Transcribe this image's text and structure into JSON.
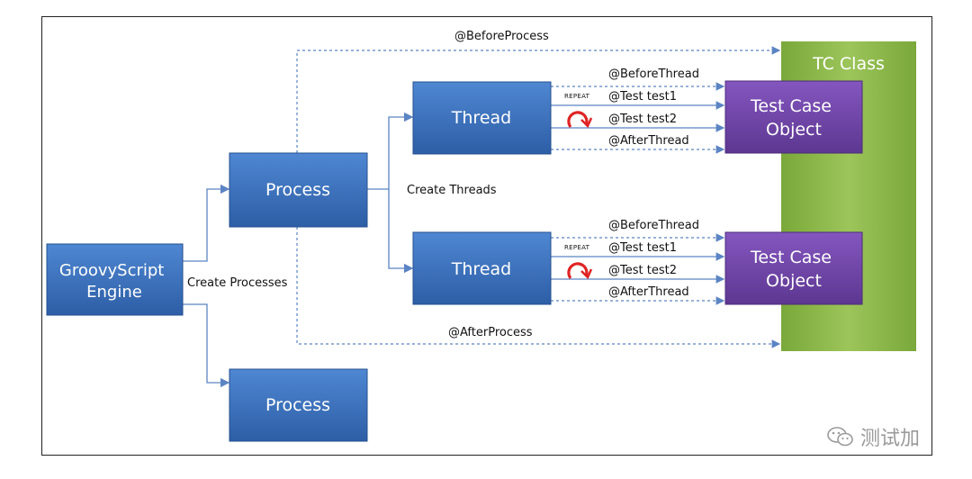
{
  "diagram": {
    "nodes": {
      "engine": "GroovyScript\nEngine",
      "process_top": "Process",
      "process_bottom": "Process",
      "thread_top": "Thread",
      "thread_bottom": "Thread",
      "tc_class": "TC Class",
      "test_case_top": "Test Case\nObject",
      "test_case_bottom": "Test Case\nObject"
    },
    "labels": {
      "create_processes": "Create Processes",
      "create_threads": "Create Threads",
      "before_process": "@BeforeProcess",
      "after_process": "@AfterProcess",
      "before_thread": "@BeforeThread",
      "test1": "@Test test1",
      "test2": "@Test test2",
      "after_thread": "@AfterThread",
      "repeat": "REPEAT"
    },
    "colors": {
      "blue_box": "#3a6fbd",
      "purple_box": "#7046a6",
      "green_box": "#8db548",
      "arrow": "#5b84c4"
    }
  },
  "watermark": {
    "icon": "wechat-icon",
    "text": "测试加"
  }
}
